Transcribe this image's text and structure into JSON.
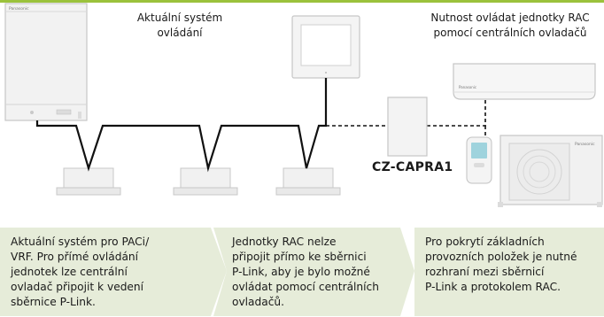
{
  "captions": {
    "current_system": "Aktuální systém\novládání",
    "need_control": "Nutnost ovládat jednotky RAC\npomocí centrálních ovladačů"
  },
  "adapter_model": "CZ-CAPRA1",
  "brand_marks": {
    "outdoor_unit": "Panasonic",
    "indoor_rac": "Panasonic",
    "rac_outdoor": "Panasonic"
  },
  "panels": [
    {
      "text": "Aktuální systém pro PACi/\nVRF. Pro přímé ovládání\njednotek lze centrální\novladač připojit k vedení\nsběrnice P-Link."
    },
    {
      "text": "Jednotky RAC nelze\npřipojit přímo ke sběrnici\nP-Link, aby je bylo možné\novládat pomocí centrálních\novladačů."
    },
    {
      "text": "Pro pokrytí základních\nprovozních položek je nutné\nrozhraní mezi sběrnicí\nP-Link a protokolem RAC."
    }
  ],
  "colors": {
    "accent_green": "#9bc23c",
    "panel_fill": "#e6ecd9",
    "unit_fill": "#f0f0f0",
    "unit_stroke": "#c8c8c8",
    "wire": "#111111"
  }
}
